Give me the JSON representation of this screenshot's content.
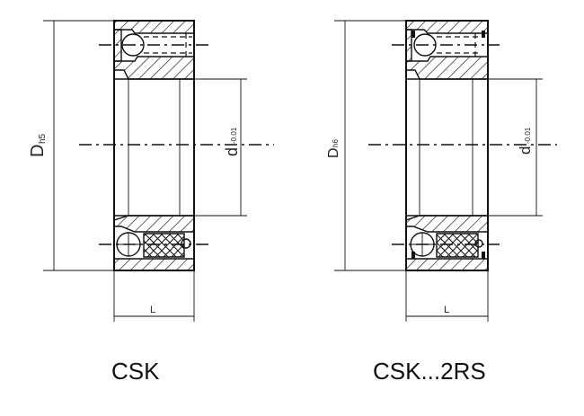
{
  "bearings": [
    {
      "caption": "CSK",
      "outer_dim": "D",
      "outer_tol": "h5",
      "bore_dim": "d",
      "bore_tol": "-0.01",
      "width_dim": "L"
    },
    {
      "caption": "CSK...2RS",
      "outer_dim": "D",
      "outer_tol": "h6",
      "bore_dim": "d",
      "bore_tol": "-0.01",
      "width_dim": "L"
    }
  ]
}
